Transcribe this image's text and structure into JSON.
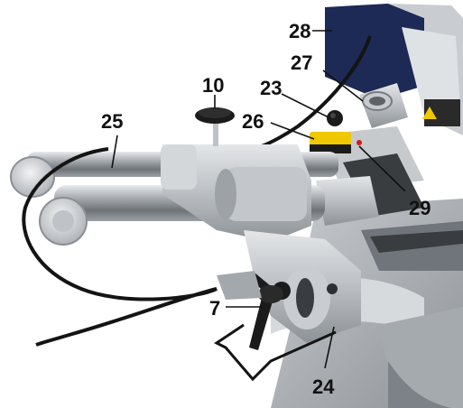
{
  "callouts": [
    {
      "id": "c28",
      "label": "28",
      "part": "motor-housing"
    },
    {
      "id": "c27",
      "label": "27",
      "part": "dust-port"
    },
    {
      "id": "c10",
      "label": "10",
      "part": "rail-lock-knob"
    },
    {
      "id": "c23",
      "label": "23",
      "part": "small-knob"
    },
    {
      "id": "c25",
      "label": "25",
      "part": "slide-rails"
    },
    {
      "id": "c26",
      "label": "26",
      "part": "laser-switch"
    },
    {
      "id": "c29",
      "label": "29",
      "part": "laser-unit"
    },
    {
      "id": "c7",
      "label": "7",
      "part": "bevel-lock-handle"
    },
    {
      "id": "c24",
      "label": "24",
      "part": "bevel-pivot"
    }
  ],
  "colors": {
    "background": "#ffffff",
    "aluminum": "#b8bcc0",
    "aluminum_dark": "#7f858b",
    "rail_steel": "#8a8f95",
    "cable": "#141414",
    "handle": "#1b1b1b",
    "laser_yellow": "#f0c800",
    "motor_blue": "#1c2a55",
    "label_text": "#111111"
  }
}
